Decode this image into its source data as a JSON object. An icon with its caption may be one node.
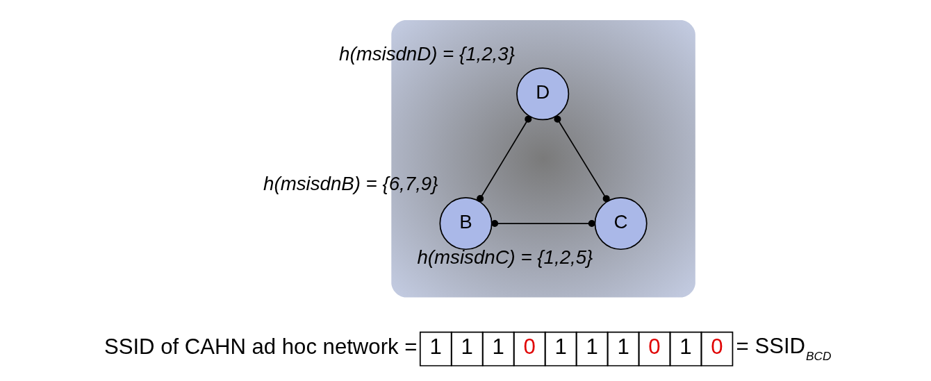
{
  "diagram": {
    "nodes": [
      {
        "text": [],
        "shape": "ellipse"
      },
      {
        "text": [
          "D"
        ],
        "in": 0,
        "beside": [
          "h(msisdnD) = {1,2,3}"
        ]
      },
      {
        "text": [
          "C"
        ],
        "in": 0,
        "beside": [
          "h(msisdnC) = {1,2,5}"
        ]
      },
      {
        "text": [
          "B"
        ],
        "in": 0,
        "beside": [
          "h(msisdnB) = {6,7,9}"
        ]
      }
    ],
    "edges": [
      {
        "from": 1,
        "to": 3,
        "arrow": "other"
      },
      {
        "from": 1,
        "to": 2,
        "arrow": "other"
      },
      {
        "from": 3,
        "to": 2,
        "arrow": "other"
      }
    ],
    "labels": [
      "SSID of CAHN ad hoc network =",
      "1",
      "1",
      "1",
      "0",
      "1",
      "1",
      "1",
      "0",
      "1",
      "0",
      "= SSID$_{BCD}$"
    ]
  }
}
